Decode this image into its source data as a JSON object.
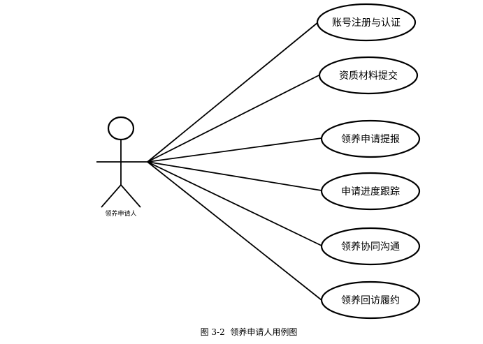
{
  "actor": {
    "label": "领养申请人"
  },
  "use_cases": [
    {
      "label": "账号注册与认证"
    },
    {
      "label": "资质材料提交"
    },
    {
      "label": "领养申请提报"
    },
    {
      "label": "申请进度跟踪"
    },
    {
      "label": "领养协同沟通"
    },
    {
      "label": "领养回访履约"
    }
  ],
  "caption": "图 3-2  领养申请人用例图"
}
